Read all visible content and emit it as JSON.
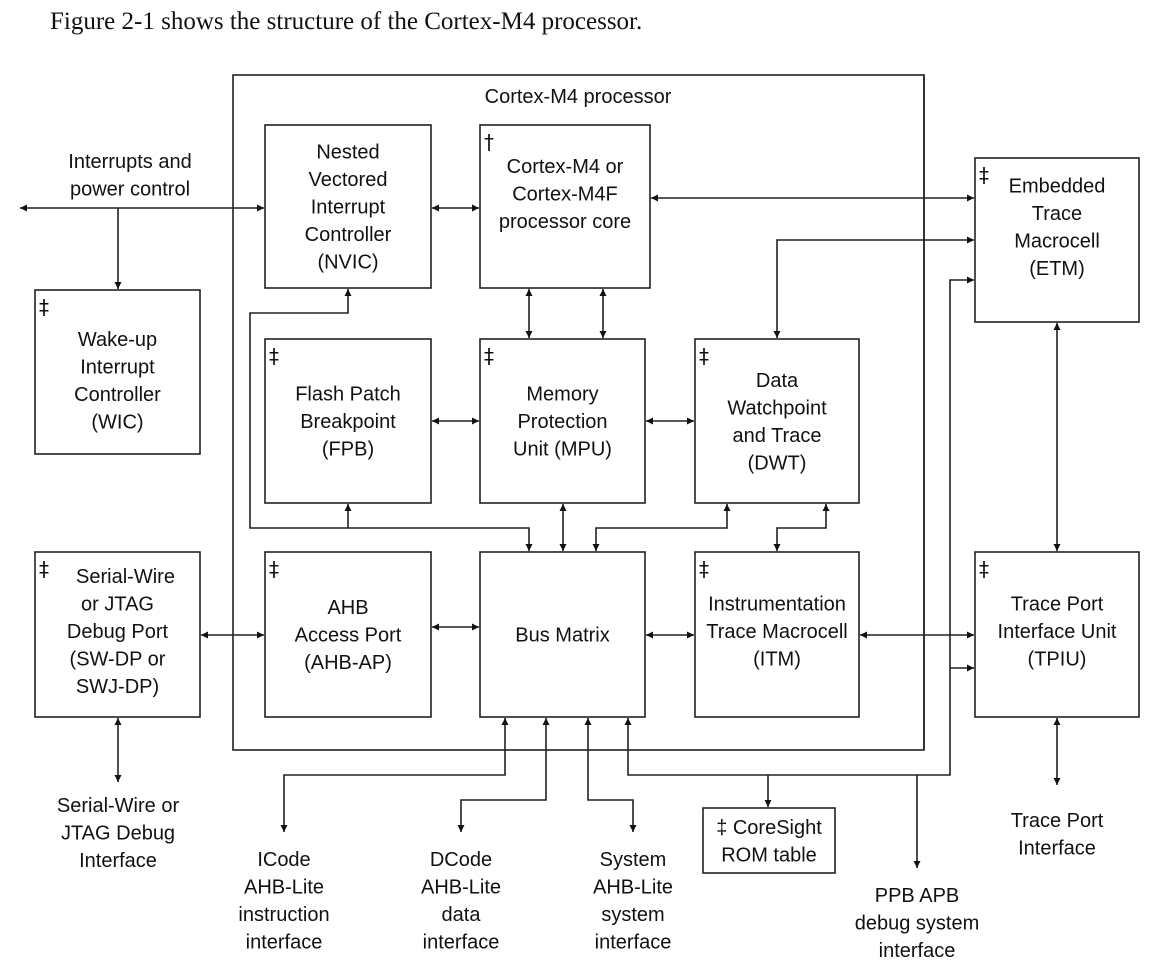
{
  "caption": "Figure 2-1 shows the structure of the Cortex-M4 processor.",
  "processor_title": "Cortex-M4 processor",
  "markers": {
    "optional": "‡",
    "core": "†"
  },
  "blocks": {
    "nvic": {
      "lines": [
        "Nested",
        "Vectored",
        "Interrupt",
        "Controller",
        "(NVIC)"
      ],
      "marker": ""
    },
    "core": {
      "lines": [
        "Cortex-M4 or",
        "Cortex-M4F",
        "processor core"
      ],
      "marker": "†"
    },
    "etm": {
      "lines": [
        "Embedded",
        "Trace",
        "Macrocell",
        "(ETM)"
      ],
      "marker": "‡"
    },
    "wic": {
      "lines": [
        "Wake-up",
        "Interrupt",
        "Controller",
        "(WIC)"
      ],
      "marker": "‡"
    },
    "fpb": {
      "lines": [
        "Flash Patch",
        "Breakpoint",
        "(FPB)"
      ],
      "marker": "‡"
    },
    "mpu": {
      "lines": [
        "Memory",
        "Protection",
        "Unit (MPU)"
      ],
      "marker": "‡"
    },
    "dwt": {
      "lines": [
        "Data",
        "Watchpoint",
        "and Trace",
        "(DWT)"
      ],
      "marker": "‡"
    },
    "swdp": {
      "lines": [
        "Serial-Wire",
        "or JTAG",
        "Debug Port",
        "(SW-DP or",
        "SWJ-DP)"
      ],
      "marker": "‡"
    },
    "ahbap": {
      "lines": [
        "AHB",
        "Access Port",
        "(AHB-AP)"
      ],
      "marker": "‡"
    },
    "busmatrix": {
      "lines": [
        "Bus Matrix"
      ],
      "marker": ""
    },
    "itm": {
      "lines": [
        "Instrumentation",
        "Trace Macrocell",
        "(ITM)"
      ],
      "marker": "‡"
    },
    "tpiu": {
      "lines": [
        "Trace Port",
        "Interface Unit",
        "(TPIU)"
      ],
      "marker": "‡"
    },
    "romtable": {
      "lines": [
        "‡ CoreSight",
        "ROM table"
      ],
      "marker": ""
    }
  },
  "external_labels": {
    "interrupts": [
      "Interrupts and",
      "power control"
    ],
    "swj_interface": [
      "Serial-Wire or",
      "JTAG Debug",
      "Interface"
    ],
    "icode": [
      "ICode",
      "AHB-Lite",
      "instruction",
      "interface"
    ],
    "dcode": [
      "DCode",
      "AHB-Lite",
      "data",
      "interface"
    ],
    "system": [
      "System",
      "AHB-Lite",
      "system",
      "interface"
    ],
    "ppb": [
      "PPB APB",
      "debug system",
      "interface"
    ],
    "trace_port": [
      "Trace Port",
      "Interface"
    ]
  }
}
